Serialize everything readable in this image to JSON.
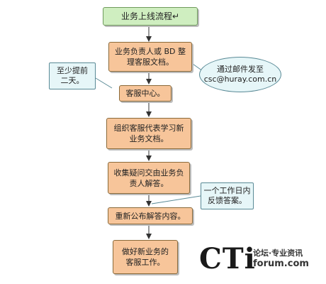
{
  "title": "业务上线流程↵",
  "steps": [
    "业务负责人或 BD 整\n理客服文档。",
    "客服中心。",
    "组织客服代表学习新\n业务文档。",
    "收集疑问交由业务负\n责人解答。",
    "重新公布解答内容。",
    "做好新业务的\n客服工作。"
  ],
  "callouts": {
    "email": "通过邮件发至\ncsc@huray.com.cn",
    "advance": "至少提前\n二天。",
    "feedback": "一个工作日内\n反馈答案。"
  },
  "watermark": {
    "logo": "CTi",
    "tagline": "论坛·专业资讯",
    "url": "forum.com"
  },
  "colors": {
    "title_fill": "#cfeec0",
    "step_fill": "#f7c59a",
    "callout_fill": "#e6f6f8"
  }
}
